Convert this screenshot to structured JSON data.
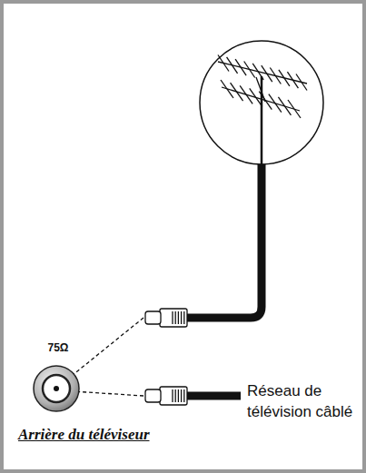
{
  "diagram": {
    "labels": [
      "75Ω",
      "Arrière du téléviseur",
      "Réseau de télévision câblé"
    ]
  }
}
